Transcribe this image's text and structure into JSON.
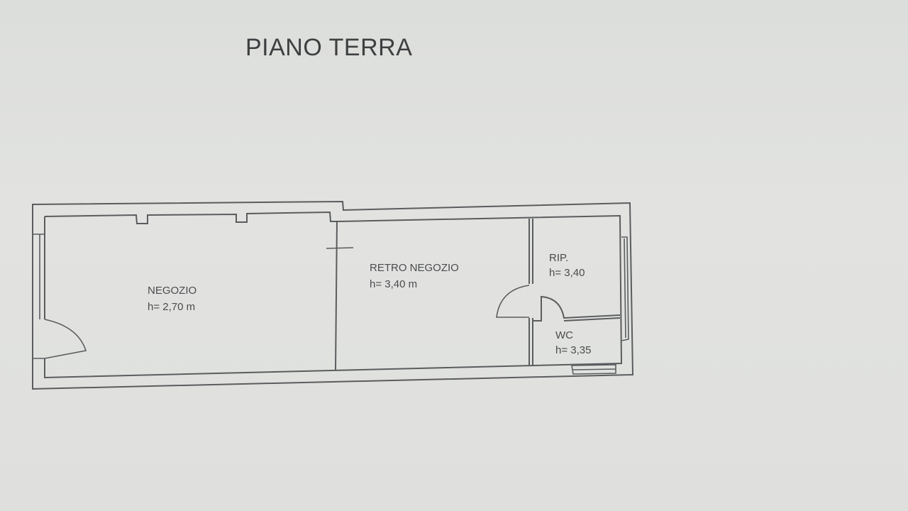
{
  "title": "PIANO TERRA",
  "rooms": [
    {
      "name": "NEGOZIO",
      "height": "h= 2,70 m"
    },
    {
      "name": "RETRO NEGOZIO",
      "height": "h= 3,40 m"
    },
    {
      "name": "RIP.",
      "height": "h= 3,40"
    },
    {
      "name": "WC",
      "height": "h= 3,35"
    }
  ],
  "colors": {
    "background": "#dfe0de",
    "lines": "#5a5c5e",
    "text": "#3e3f40"
  }
}
